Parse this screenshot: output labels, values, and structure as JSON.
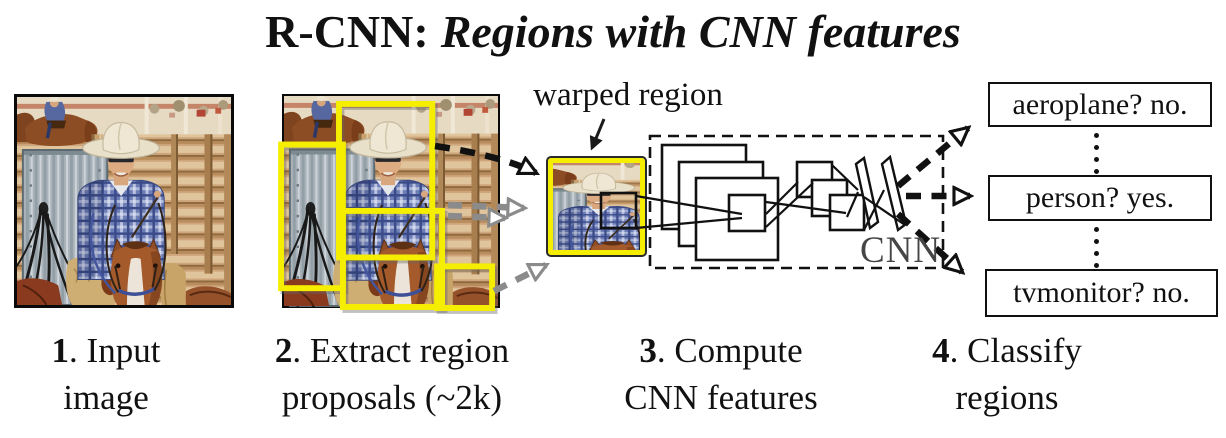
{
  "title": {
    "prefix": "R-CNN:",
    "emphasis": "Regions with CNN features"
  },
  "labels": {
    "warped_region": "warped region",
    "cnn": "CNN"
  },
  "steps": [
    {
      "num": "1",
      "line1": ". Input",
      "line2": "image"
    },
    {
      "num": "2",
      "line1": ". Extract region",
      "line2": "proposals (~2k)"
    },
    {
      "num": "3",
      "line1": ". Compute",
      "line2": "CNN features"
    },
    {
      "num": "4",
      "line1": ". Classify",
      "line2": "regions"
    }
  ],
  "classifications": [
    {
      "label": "aeroplane? no."
    },
    {
      "label": "person? yes."
    },
    {
      "label": "tvmonitor? no."
    }
  ],
  "colors": {
    "region_box": "#f6ee00",
    "arrow_black": "#111111",
    "arrow_gray": "#8b8b8b",
    "cnn_label": "#454545"
  }
}
